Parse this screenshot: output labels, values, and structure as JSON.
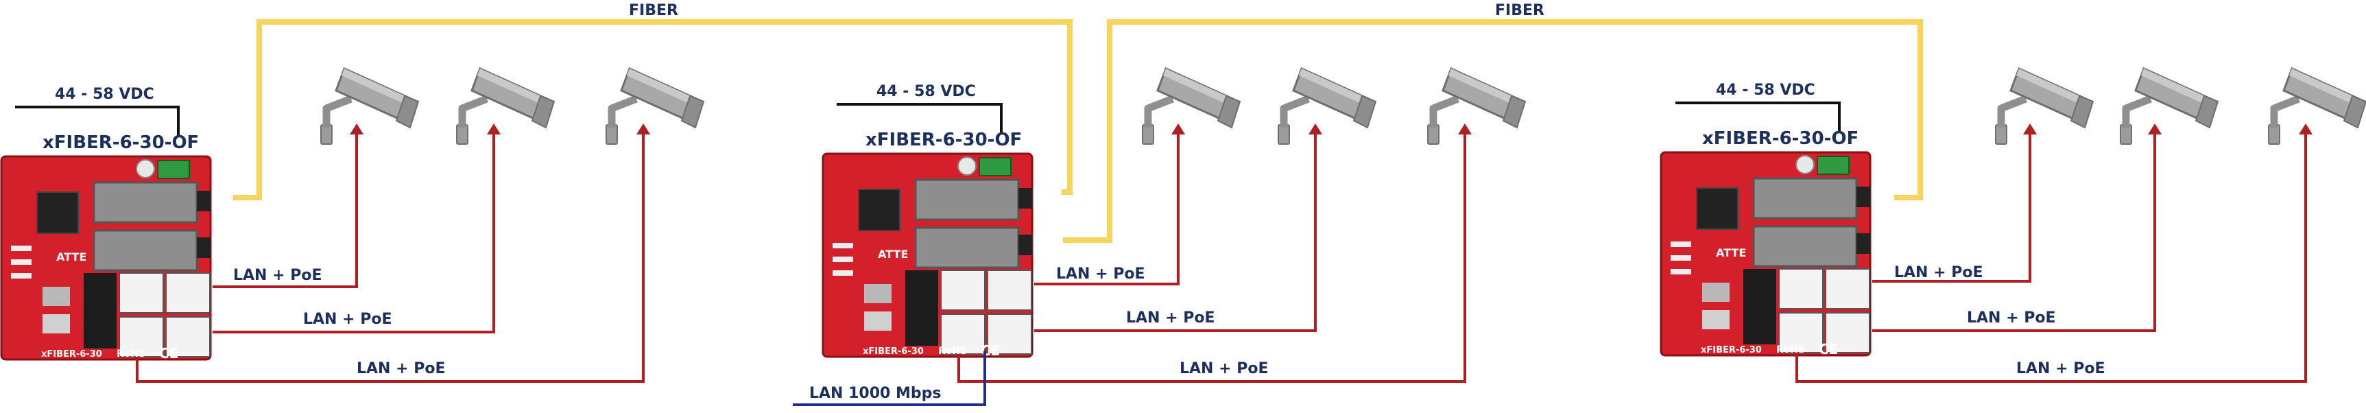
{
  "labels": {
    "fiber": "FIBER",
    "power": "44 - 58 VDC",
    "device": "xFIBER-6-30-OF",
    "lan_poe": "LAN + PoE",
    "uplink": "LAN 1000 Mbps",
    "rohs": "RoHS",
    "ce": "CE",
    "brand": "ATTE",
    "board_print": "xFIBER-6-30"
  },
  "colors": {
    "fiber": "#F7D55C",
    "poe": "#B01E22",
    "power": "#111111",
    "uplink": "#1F2C8F",
    "text": "#1C2F5E",
    "board": "#D4202A",
    "camera": "#9A9A9A"
  }
}
